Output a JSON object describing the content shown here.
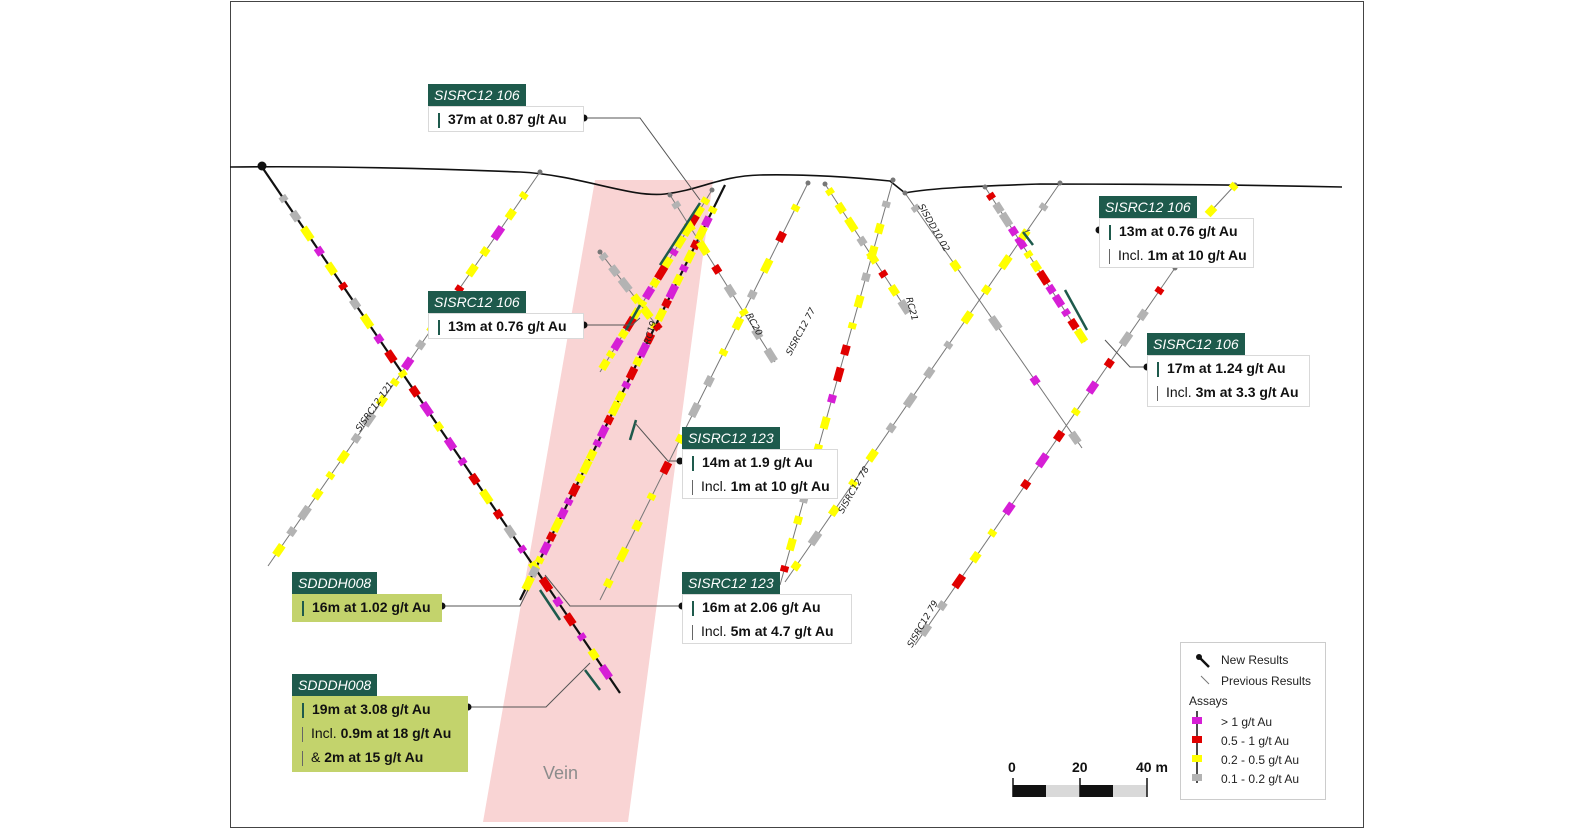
{
  "vein_label": "Vein",
  "hole_labels": {
    "sisrc12_121": "SISRC12 121",
    "rc19": "RC19",
    "rc20": "RC20",
    "sisrc12_77": "SISRC12 77",
    "sisdd10_02": "SISDD10 02",
    "rc21": "RC21",
    "sisrc12_78": "SISRC12 78",
    "sisrc12_79": "SISRC12 79"
  },
  "callouts": [
    {
      "hole": "SISRC12 106",
      "lines": [
        {
          "prefix": "",
          "value": "37m at 0.87 g/t Au"
        }
      ]
    },
    {
      "hole": "SISRC12 106",
      "lines": [
        {
          "prefix": "",
          "value": "13m at 0.76 g/t Au"
        }
      ]
    },
    {
      "hole": "SISRC12 106",
      "lines": [
        {
          "prefix": "",
          "value": "13m at 0.76 g/t Au"
        },
        {
          "prefix": "Incl.",
          "value": "1m at 10 g/t Au"
        }
      ]
    },
    {
      "hole": "SISRC12 106",
      "lines": [
        {
          "prefix": "",
          "value": "17m at 1.24 g/t Au"
        },
        {
          "prefix": "Incl.",
          "value": "3m at 3.3 g/t Au"
        }
      ]
    },
    {
      "hole": "SISRC12 123",
      "lines": [
        {
          "prefix": "",
          "value": "14m at 1.9 g/t Au"
        },
        {
          "prefix": "Incl.",
          "value": "1m at 10 g/t Au"
        }
      ]
    },
    {
      "hole": "SISRC12 123",
      "lines": [
        {
          "prefix": "",
          "value": "16m at 2.06 g/t  Au"
        },
        {
          "prefix": "Incl.",
          "value": "5m at 4.7 g/t Au"
        }
      ]
    },
    {
      "hole": "SDDDH008",
      "lines": [
        {
          "prefix": "",
          "value": "16m at 1.02 g/t Au"
        }
      ]
    },
    {
      "hole": "SDDDH008",
      "lines": [
        {
          "prefix": "",
          "value": "19m at 3.08 g/t Au"
        },
        {
          "prefix": "Incl.",
          "value": "0.9m at 18 g/t Au"
        },
        {
          "prefix": "&",
          "value": "2m at 15 g/t Au"
        }
      ]
    }
  ],
  "legend": {
    "new_results": "New Results",
    "previous_results": "Previous Results",
    "assays_title": "Assays",
    "items": [
      {
        "label": "> 1 g/t Au",
        "color": "#d61fd6"
      },
      {
        "label": "0.5 - 1 g/t Au",
        "color": "#e00000"
      },
      {
        "label": "0.2 - 0.5 g/t Au",
        "color": "#ffff00"
      },
      {
        "label": "0.1 - 0.2 g/t Au",
        "color": "#b3b3b3"
      }
    ]
  },
  "scale": {
    "ticks": [
      "0",
      "20",
      "40 m"
    ]
  },
  "colors": {
    "header": "#1e5a4c",
    "highlight_green": "#c3d36c",
    "vein": "#f9d4d4"
  }
}
